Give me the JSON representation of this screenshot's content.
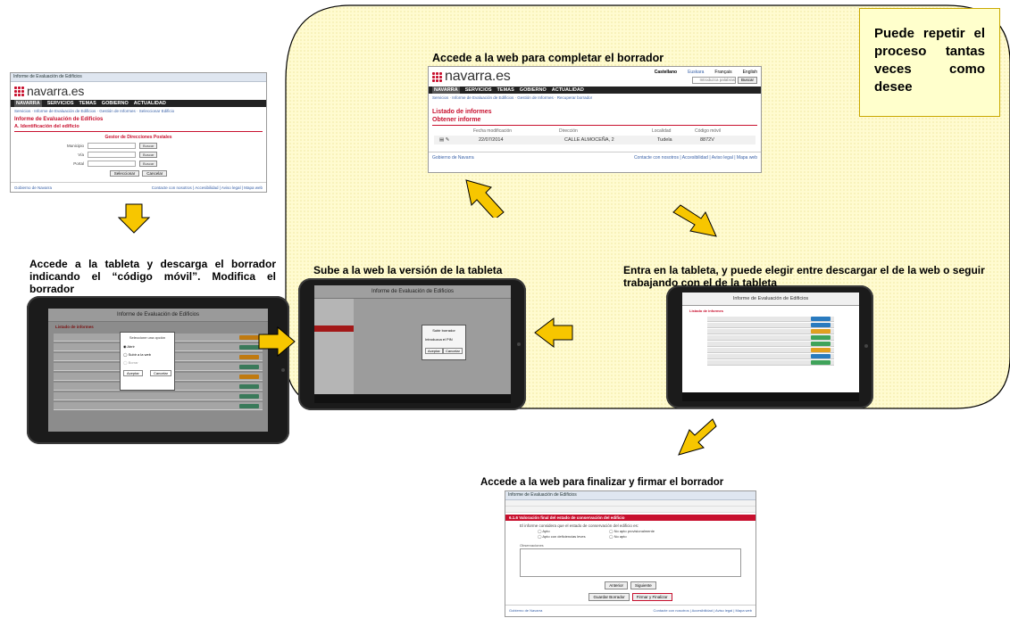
{
  "callout": {
    "text": "Puede repetir el proceso tantas veces como desee"
  },
  "captions": {
    "step1": "Accede a la tableta y descarga el borrador indicando el “código móvil”. Modifica el borrador",
    "step2": "Sube a la web la versión de la tableta",
    "step3": "Accede a la web para completar el borrador",
    "step4": "Entra en la tableta, y puede elegir entre descargar el de la web o seguir trabajando con el de la tableta",
    "step5": "Accede a la web para finalizar y firmar el borrador"
  },
  "web_common": {
    "ie_tab": "Informe de Evaluación de Edificios",
    "logo": "navarra.es",
    "nav": [
      "NAVARRA",
      "SERVICIOS",
      "TEMAS",
      "GOBIERNO",
      "ACTUALIDAD"
    ],
    "footer_left": "Gobierno de Navarra",
    "footer_right": "Contacte con nosotros | Accesibilidad | Aviso legal | Mapa web"
  },
  "shot1": {
    "crumb": "Servicios · Informe de Evaluación de Edificios · Gestión de Informes · Seleccionar Edificio",
    "title": "Informe de Evaluación de Edificios",
    "section": "A. Identificación del edificio",
    "subsection": "Gestor de Direcciones Postales",
    "fields": [
      "Municipio",
      "Vía",
      "Portal"
    ],
    "btn_search": "Buscar",
    "btn_select": "Seleccionar",
    "btn_cancel": "Cancelar"
  },
  "shot2": {
    "languages": [
      "Castellano",
      "Euskara",
      "Français",
      "English"
    ],
    "search_placeholder": "Introduzca palabras",
    "search_btn": "Buscar",
    "crumb": "Servicios · Informe de Evaluación de Edificios · Gestión de Informes · Recuperar borrador",
    "title": "Listado de informes",
    "section": "Obtener informe",
    "headers": [
      "Fecha modificación",
      "Dirección",
      "Localidad",
      "Código móvil"
    ],
    "row": [
      "22/07/2014",
      "CALLE ALMOCEÑA, 2",
      "Tudela",
      "8872V"
    ]
  },
  "shot3": {
    "section": "6.1.6 Valoración final del estado de conservación del edificio",
    "question": "El informe considera que el estado de conservación del edificio es:",
    "options": [
      "Apto",
      "No apto provisionalmente",
      "Apto con deficiencias leves",
      "No apto"
    ],
    "obs_label": "Observaciones",
    "btn_prev": "Anterior",
    "btn_next": "Siguiente",
    "btn_save": "Guardar Borrador",
    "btn_sign": "Firmar y Finalizar"
  },
  "tablet_left": {
    "title": "Informe de Evaluación de Edificios",
    "list_title": "Listado de informes",
    "dialog_title": "Seleccione una opción",
    "dialog_items": [
      "Abrir",
      "Subir a la web",
      "Borrar"
    ],
    "btn_accept": "Aceptar",
    "btn_cancel": "Cancelar"
  },
  "tablet_mid": {
    "title": "Informe de Evaluación de Edificios",
    "dialog_title": "Subir borrador",
    "dialog_text": "Introduzca el PIN",
    "btn_accept": "Aceptar",
    "btn_cancel": "Cancelar"
  },
  "tablet_right": {
    "title": "Informe de Evaluación de Edificios",
    "list_title": "Listado de informes"
  },
  "colors": {
    "callout_bg": "#ffffcc",
    "callout_border": "#c9a800",
    "arrow_fill": "#f7c600",
    "arrow_stroke": "#000000",
    "brand_red": "#c8102e"
  }
}
